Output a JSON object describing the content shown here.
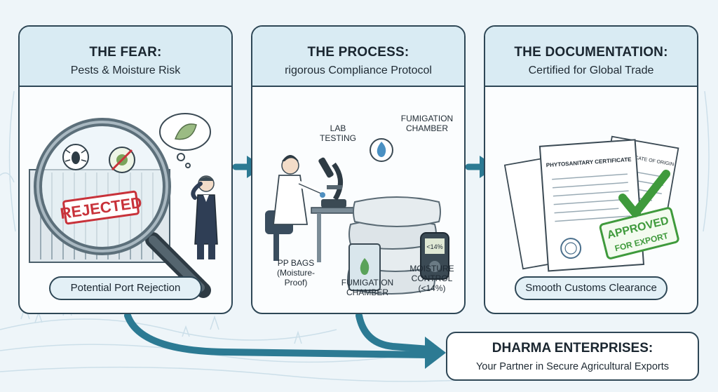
{
  "panels": [
    {
      "title": "THE FEAR:",
      "subtitle": "Pests & Moisture Risk",
      "stamp": "REJECTED",
      "footer": "Potential Port Rejection"
    },
    {
      "title": "THE PROCESS:",
      "subtitle": "rigorous Compliance Protocol",
      "labels": {
        "lab_testing": "LAB TESTING",
        "fumigation_top": "FUMIGATION CHAMBER",
        "pp_bags": "PP BAGS (Moisture-Proof)",
        "fumigation_bottom": "FUMIGATION CHAMBER",
        "moisture": "MOISTURE CONTROL (<14%)",
        "meter_readout": "<14%"
      }
    },
    {
      "title": "THE DOCUMENTATION:",
      "subtitle": "Certified for Global Trade",
      "cert_main": "PHYTOSANITARY CERTIFICATE",
      "cert_back": "CERTIFICATE OF ORIGIN",
      "stamp_line1": "APPROVED",
      "stamp_line2": "FOR EXPORT",
      "footer": "Smooth Customs Clearance"
    }
  ],
  "partner": {
    "title": "DHARMA ENTERPRISES:",
    "subtitle": "Your Partner in Secure Agricultural Exports"
  },
  "colors": {
    "background": "#eef5f9",
    "header": "#d9ebf3",
    "outline": "#2e4756",
    "arrow": "#2c7a93",
    "reject_red": "#c8323a",
    "approve_green": "#3f9a3c"
  }
}
